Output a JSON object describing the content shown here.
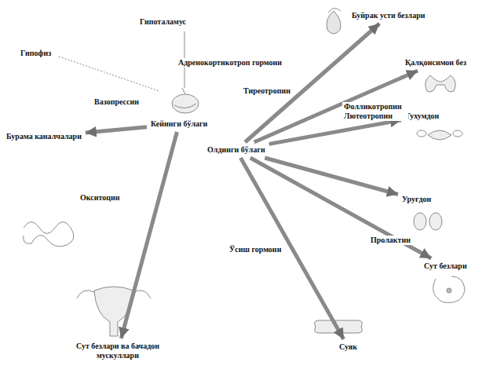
{
  "diagram": {
    "nodes": [
      {
        "text": [
          "Кейинги бўлаги"
        ]
      },
      {
        "text": [
          "Олдинги бўлаги"
        ]
      },
      {
        "text": [
          "Буйрак усти безлари"
        ]
      },
      {
        "text": [
          "Қалқонсимон без"
        ]
      },
      {
        "text": [
          "Тухумдон"
        ]
      },
      {
        "text": [
          "Уруғдон"
        ]
      },
      {
        "text": [
          "Сут безлари"
        ]
      },
      {
        "text": [
          "Суяк"
        ]
      },
      {
        "text": [
          "Сут безлари ва бачадон мускуллари"
        ]
      },
      {
        "text": [
          "Бурама каналчалари"
        ]
      }
    ],
    "edges": [
      {
        "from": 0,
        "to": 9,
        "arrow": "to",
        "label": "Вазопрессин"
      },
      {
        "from": 0,
        "to": 8,
        "arrow": "to",
        "label": "Окситоцин"
      },
      {
        "from": 1,
        "to": 2,
        "arrow": "to",
        "label": "Адренокортикотроп гормони"
      },
      {
        "from": 1,
        "to": 3,
        "arrow": "to",
        "label": "Тиреотропин"
      },
      {
        "from": 1,
        "to": 4,
        "arrow": "to",
        "label": "Фолликотропин Лютеотропин"
      },
      {
        "from": 1,
        "to": 5,
        "arrow": "to"
      },
      {
        "from": 1,
        "to": 6,
        "arrow": "to",
        "label": "Пролактин"
      },
      {
        "from": 1,
        "to": 7,
        "arrow": "to",
        "label": "Ўсиш гормони"
      }
    ],
    "labels": [
      "Гипоталамус",
      "Гипофиз"
    ]
  }
}
